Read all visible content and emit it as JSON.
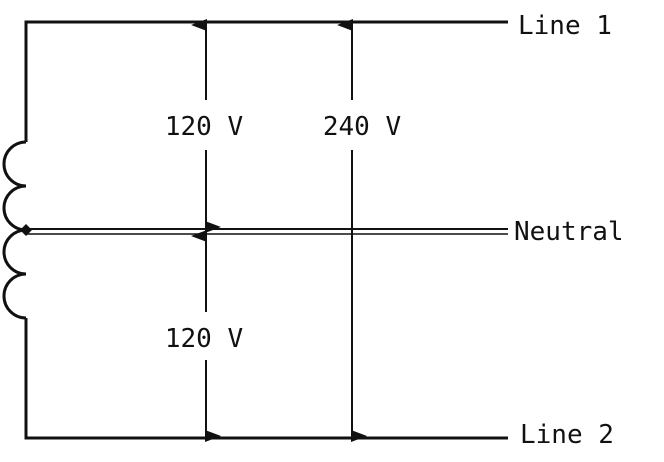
{
  "labels": {
    "line1": "Line 1",
    "neutral": "Neutral",
    "line2": "Line 2",
    "upper_voltage": "120 V",
    "lower_voltage": "120 V",
    "total_voltage": "240 V"
  },
  "colors": {
    "stroke": "#111111",
    "background": "#ffffff"
  }
}
